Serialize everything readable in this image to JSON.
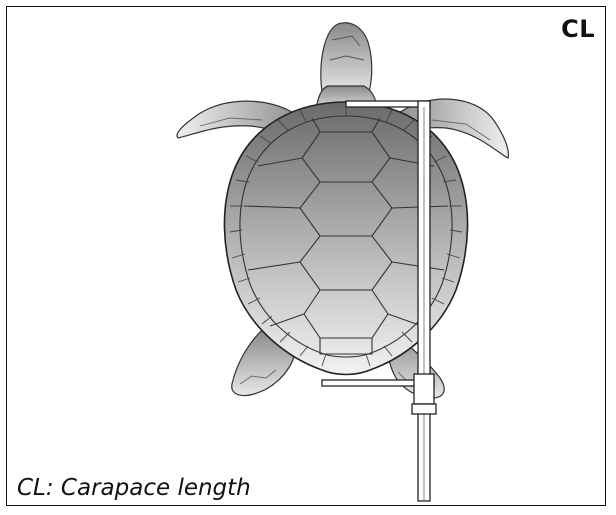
{
  "label": {
    "abbreviation": "CL",
    "caption": "CL: Carapace length"
  },
  "figure": {
    "subject": "sea turtle",
    "instrument": "caliper"
  }
}
